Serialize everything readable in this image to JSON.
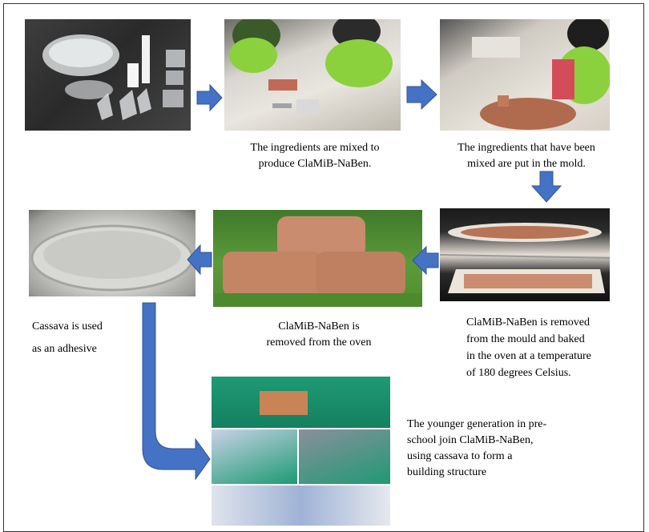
{
  "steps": [
    {
      "id": "equipment",
      "caption": ""
    },
    {
      "id": "mixing",
      "caption_line1": "The ingredients are mixed to",
      "caption_line2": "produce ClaMiB-NaBen."
    },
    {
      "id": "molding",
      "caption_line1": "The ingredients that have been",
      "caption_line2": "mixed are put in the mold."
    },
    {
      "id": "baking",
      "caption_line1": "ClaMiB-NaBen is removed",
      "caption_line2": "from the mould and baked",
      "caption_line3": "in the oven at a temperature",
      "caption_line4": "of 180 degrees Celsius."
    },
    {
      "id": "removed",
      "caption_line1": "ClaMiB-NaBen is",
      "caption_line2": "removed from the oven"
    },
    {
      "id": "adhesive",
      "caption_line1": "Cassava is used",
      "caption_line2": "as an adhesive"
    },
    {
      "id": "building",
      "caption_line1": "The younger generation in pre-",
      "caption_line2": "school join ClaMiB-NaBen,",
      "caption_line3": "using cassava to form a",
      "caption_line4": "building structure"
    }
  ],
  "colors": {
    "arrow_fill": "#4472c4",
    "arrow_stroke": "#2f5597",
    "frame": "#333333"
  }
}
